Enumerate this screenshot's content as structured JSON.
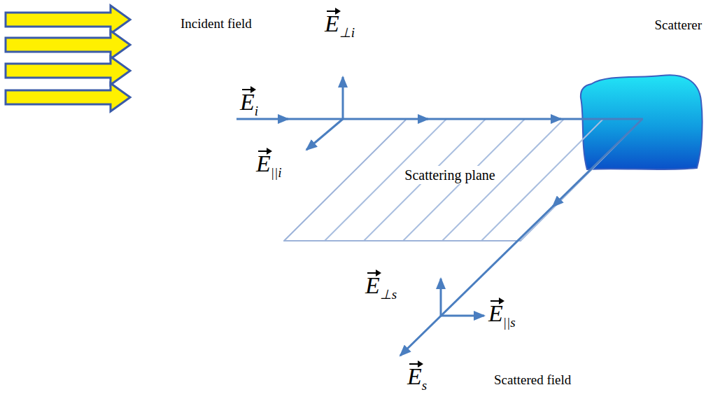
{
  "diagram": {
    "nodes": [
      {
        "text": [
          "Scatterer"
        ]
      },
      {
        "text": [
          "Scattering plane"
        ]
      }
    ],
    "labels": [
      "Incident field",
      "E⊥i",
      "Ei",
      "E||i",
      "E⊥s",
      "E||s",
      "Es",
      "Scattered field"
    ]
  }
}
